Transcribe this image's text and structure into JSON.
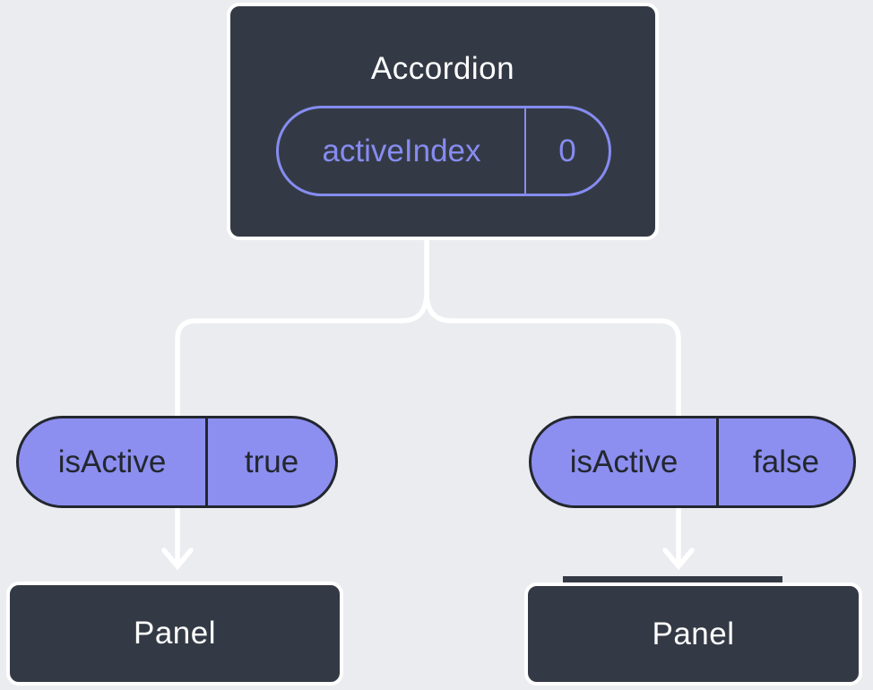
{
  "colors": {
    "background": "#ebecf0",
    "node_fill": "#343a45",
    "node_border": "#ffffff",
    "connector": "#ffffff",
    "pill_fill": "#8c8ff0",
    "pill_border": "#23272f",
    "pill_text": "#23272f",
    "accent_purple": "#868cf0"
  },
  "accordion": {
    "title": "Accordion",
    "pill": {
      "label": "activeIndex",
      "value": "0"
    }
  },
  "props": [
    {
      "label": "isActive",
      "value": "true"
    },
    {
      "label": "isActive",
      "value": "false"
    }
  ],
  "panels": [
    {
      "title": "Panel"
    },
    {
      "title": "Panel"
    }
  ]
}
